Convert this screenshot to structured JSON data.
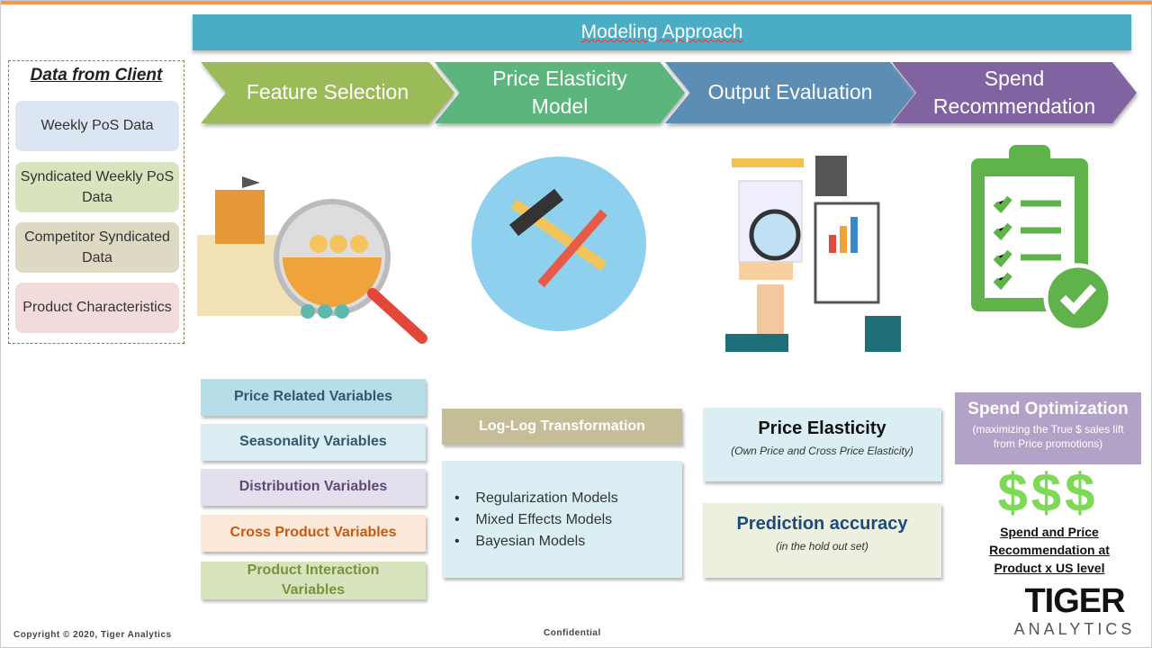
{
  "title": "Modeling Approach",
  "steps": [
    "Feature Selection",
    "Price Elasticity Model",
    "Output Evaluation",
    "Spend Recommendation"
  ],
  "client": {
    "heading": "Data from Client",
    "items": [
      "Weekly PoS Data",
      "Syndicated Weekly PoS Data",
      "Competitor Syndicated Data",
      "Product Characteristics"
    ]
  },
  "features": [
    "Price Related Variables",
    "Seasonality Variables",
    "Distribution Variables",
    "Cross Product Variables",
    "Product Interaction Variables"
  ],
  "model": {
    "transform": "Log-Log Transformation",
    "bullets": [
      "Regularization Models",
      "Mixed Effects Models",
      "Bayesian Models"
    ]
  },
  "evaluation": {
    "elasticity_title": "Price Elasticity",
    "elasticity_sub": "(Own Price and Cross Price Elasticity)",
    "accuracy_title": "Prediction accuracy",
    "accuracy_sub": "(in the hold out set)"
  },
  "spend": {
    "title": "Spend Optimization",
    "sub": "(maximizing the True $ sales lift from Price promotions)",
    "dollars": "$$$",
    "recommendation": "Spend and Price Recommendation at Product x US level"
  },
  "logo": {
    "name": "TIGER",
    "sub": "ANALYTICS"
  },
  "footer": {
    "copyright": "Copyright © 2020, Tiger Analytics",
    "confidential": "Confidential"
  },
  "colors": {
    "title": "#4bacc6",
    "step1": "#9bbb59",
    "step2": "#5cb57c",
    "step3": "#5b8db5",
    "step4": "#8064a2",
    "accent": "#f79646"
  }
}
